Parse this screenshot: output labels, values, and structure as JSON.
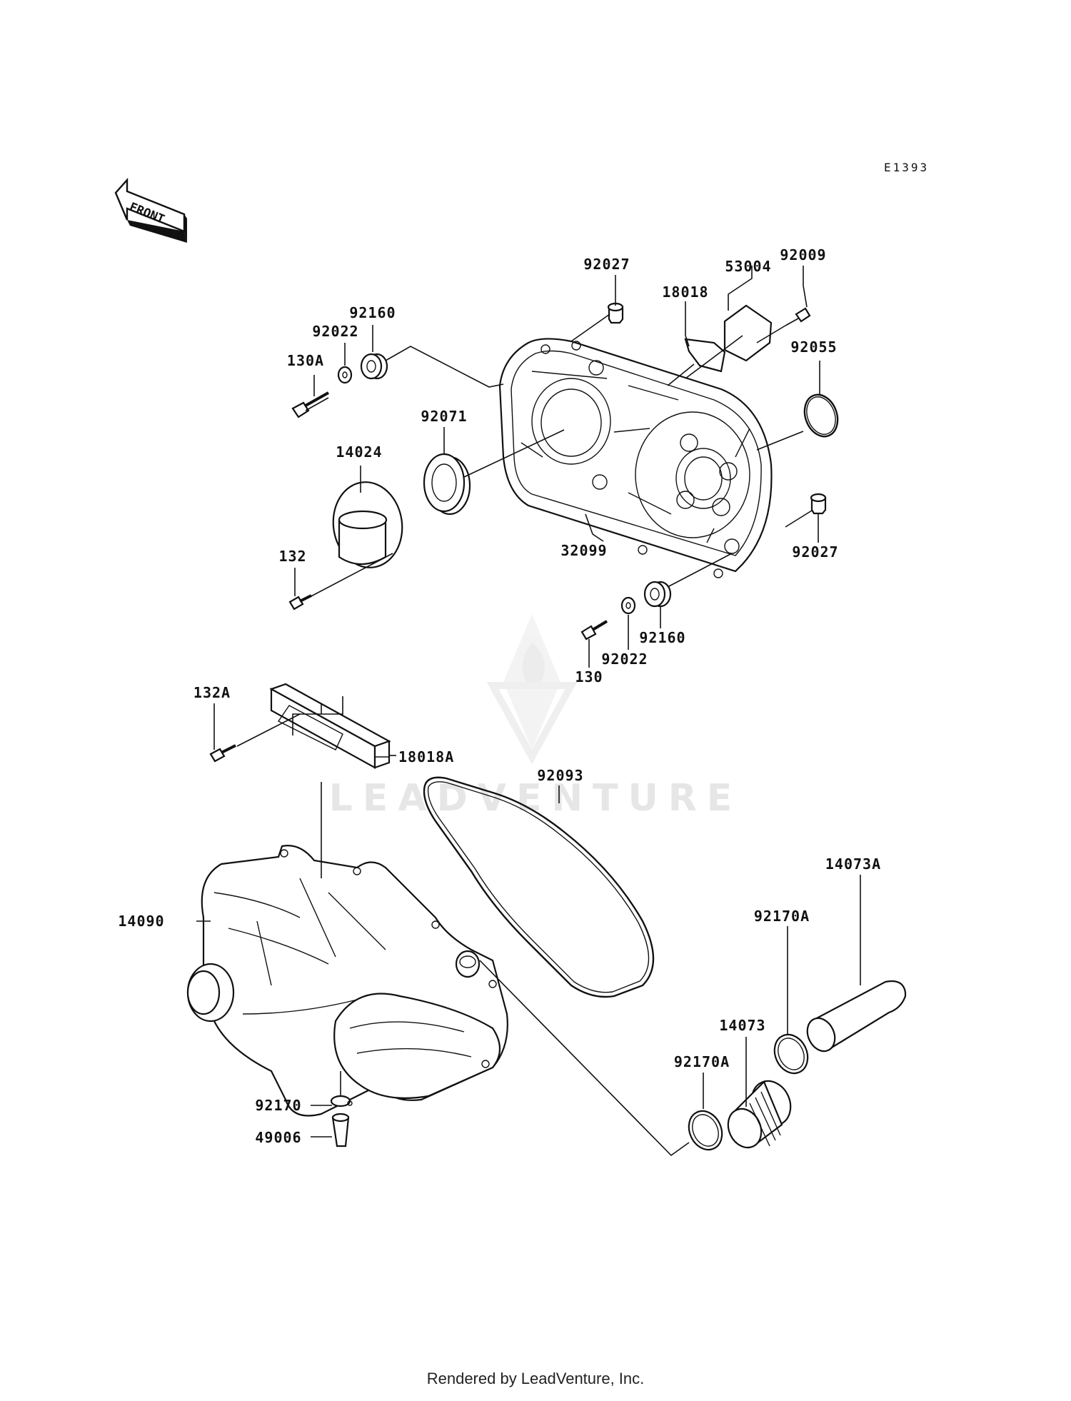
{
  "diagram_code": "E1393",
  "front_label": "FRONT",
  "watermark": "LEADVENTURE",
  "footer": "Rendered by LeadVenture, Inc.",
  "parts": [
    {
      "id": "p92027a",
      "label": "92027"
    },
    {
      "id": "p53004",
      "label": "53004"
    },
    {
      "id": "p92009",
      "label": "92009"
    },
    {
      "id": "p18018",
      "label": "18018"
    },
    {
      "id": "p92055",
      "label": "92055"
    },
    {
      "id": "p92160a",
      "label": "92160"
    },
    {
      "id": "p92022a",
      "label": "92022"
    },
    {
      "id": "p130A",
      "label": "130A"
    },
    {
      "id": "p92071",
      "label": "92071"
    },
    {
      "id": "p14024",
      "label": "14024"
    },
    {
      "id": "p132",
      "label": "132"
    },
    {
      "id": "p32099",
      "label": "32099"
    },
    {
      "id": "p92027b",
      "label": "92027"
    },
    {
      "id": "p92160b",
      "label": "92160"
    },
    {
      "id": "p92022b",
      "label": "92022"
    },
    {
      "id": "p130",
      "label": "130"
    },
    {
      "id": "p132A",
      "label": "132A"
    },
    {
      "id": "p18018A",
      "label": "18018A"
    },
    {
      "id": "p92093",
      "label": "92093"
    },
    {
      "id": "p14090",
      "label": "14090"
    },
    {
      "id": "p14073A",
      "label": "14073A"
    },
    {
      "id": "p92170Aa",
      "label": "92170A"
    },
    {
      "id": "p14073",
      "label": "14073"
    },
    {
      "id": "p92170Ab",
      "label": "92170A"
    },
    {
      "id": "p92170",
      "label": "92170"
    },
    {
      "id": "p49006",
      "label": "49006"
    }
  ]
}
